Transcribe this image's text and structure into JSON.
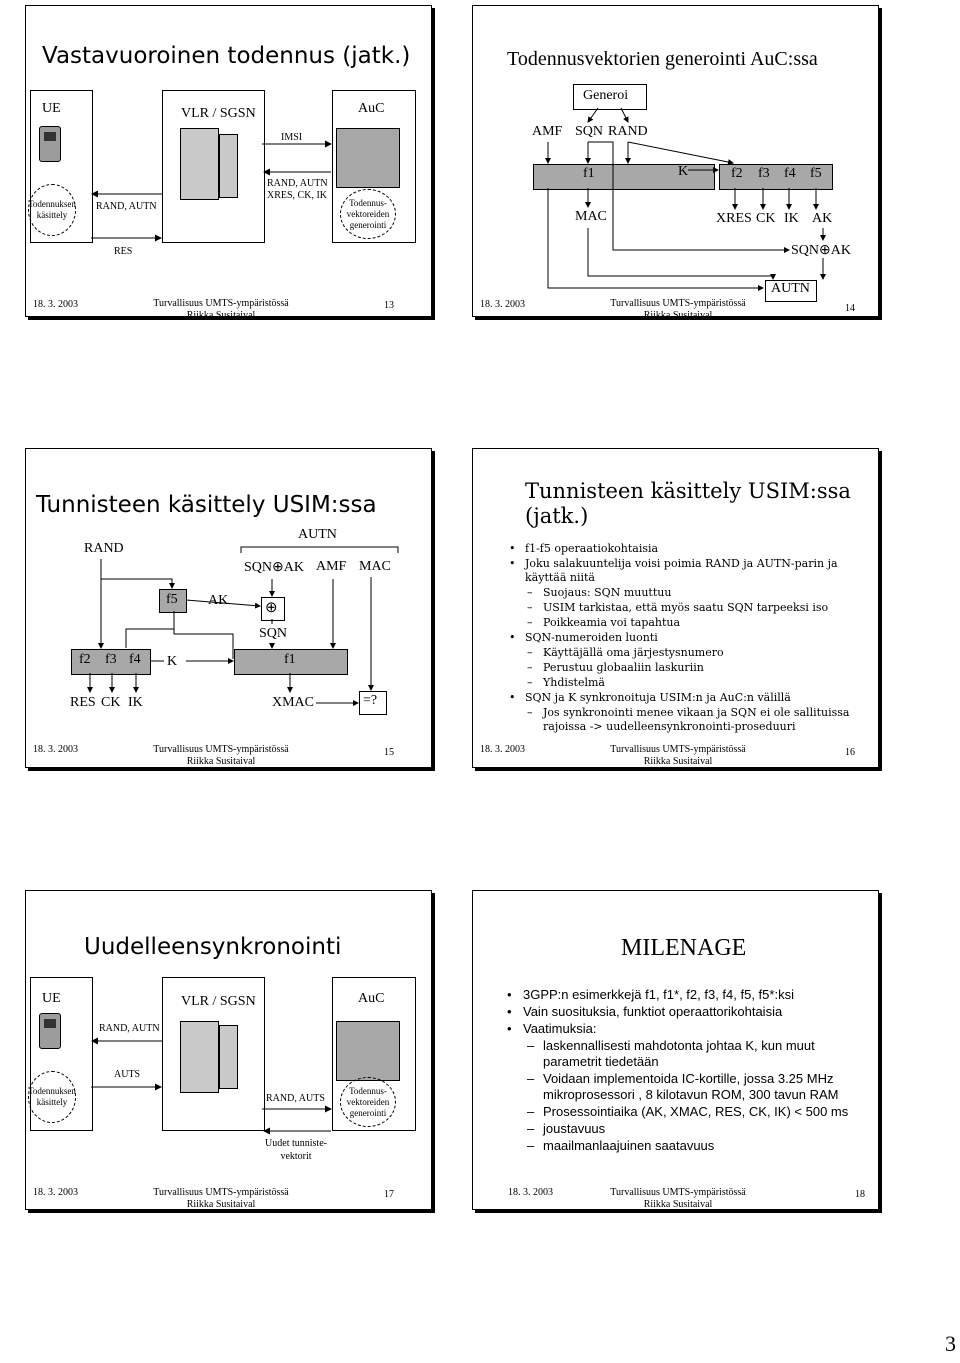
{
  "footer": {
    "date": "18. 3. 2003",
    "course": "Turvallisuus UMTS-ympäristössä",
    "author": "Riikka Susitaival"
  },
  "page_number": "3",
  "s13": {
    "title": "Vastavuoroinen todennus (jatk.)",
    "ue": "UE",
    "vlr": "VLR / SGSN",
    "auc": "AuC",
    "imsi": "IMSI",
    "rand_autn": "RAND, AUTN",
    "rand_autn2": "RAND, AUTN",
    "xres": "XRES, CK, IK",
    "res": "RES",
    "e1": "Todennuksen käsittely",
    "e2": "Todennus-vektoreiden generointi",
    "num": "13"
  },
  "s14": {
    "title": "Todennusvektorien generointi AuC:ssa",
    "generoi": "Generoi",
    "amf": "AMF",
    "sqn": "SQN",
    "rand": "RAND",
    "k": "K",
    "f1": "f1",
    "f2": "f2",
    "f3": "f3",
    "f4": "f4",
    "f5": "f5",
    "mac": "MAC",
    "xres": "XRES",
    "ck": "CK",
    "ik": "IK",
    "ak": "AK",
    "sqnak": "SQN⊕AK",
    "autn": "AUTN",
    "num": "14"
  },
  "s15": {
    "title": "Tunnisteen käsittely USIM:ssa",
    "rand": "RAND",
    "autn": "AUTN",
    "sqnak": "SQN⊕AK",
    "amf": "AMF",
    "mac": "MAC",
    "f5": "f5",
    "ak": "AK",
    "xor": "⊕",
    "sqn": "SQN",
    "f2": "f2",
    "f3": "f3",
    "f4": "f4",
    "k": "K",
    "f1": "f1",
    "res": "RES",
    "ck": "CK",
    "ik": "IK",
    "xmac": "XMAC",
    "eq": "=?",
    "num": "15"
  },
  "s16": {
    "title": "Tunnisteen käsittely USIM:ssa (jatk.)",
    "num": "16",
    "items": [
      {
        "level": 1,
        "text": "f1-f5 operaatiokohtaisia"
      },
      {
        "level": 1,
        "text": "Joku salakuuntelija voisi poimia RAND ja AUTN-parin ja käyttää niitä"
      },
      {
        "level": 2,
        "text": "Suojaus: SQN muuttuu"
      },
      {
        "level": 2,
        "text": "USIM tarkistaa, että myös saatu SQN tarpeeksi iso"
      },
      {
        "level": 2,
        "text": "Poikkeamia voi tapahtua"
      },
      {
        "level": 1,
        "text": "SQN-numeroiden luonti"
      },
      {
        "level": 2,
        "text": "Käyttäjällä oma järjestysnumero"
      },
      {
        "level": 2,
        "text": "Perustuu globaaliin laskuriin"
      },
      {
        "level": 2,
        "text": "Yhdistelmä"
      },
      {
        "level": 1,
        "text": "SQN ja K synkronoituja USIM:n ja AuC:n välillä"
      },
      {
        "level": 2,
        "text": "Jos synkronointi menee vikaan ja SQN ei ole sallituissa rajoissa -> uudelleensynkronointi-proseduuri"
      }
    ]
  },
  "s17": {
    "title": "Uudelleensynkronointi",
    "ue": "UE",
    "vlr": "VLR / SGSN",
    "auc": "AuC",
    "rand_autn": "RAND, AUTN",
    "auts": "AUTS",
    "rand_auts": "RAND, AUTS",
    "uudet": "Uudet tunniste-vektorit",
    "e1": "Todennuksen käsittely",
    "e2": "Todennus-vektoreiden generointi",
    "num": "17"
  },
  "s18": {
    "title": "MILENAGE",
    "num": "18",
    "items": [
      {
        "level": 1,
        "text": "3GPP:n esimerkkejä f1, f1*, f2, f3, f4, f5, f5*:ksi"
      },
      {
        "level": 1,
        "text": "Vain suosituksia, funktiot operaattorikohtaisia"
      },
      {
        "level": 1,
        "text": "Vaatimuksia:"
      },
      {
        "level": 2,
        "text": "laskennallisesti mahdotonta johtaa K, kun muut parametrit tiedetään"
      },
      {
        "level": 2,
        "text": "Voidaan implementoida IC-kortille, jossa 3.25 MHz mikroprosessori , 8 kilotavun ROM, 300 tavun RAM"
      },
      {
        "level": 2,
        "text": "Prosessointiaika (AK, XMAC, RES, CK, IK) < 500 ms"
      },
      {
        "level": 2,
        "text": "joustavuus"
      },
      {
        "level": 2,
        "text": "maailmanlaajuinen saatavuus"
      }
    ]
  }
}
